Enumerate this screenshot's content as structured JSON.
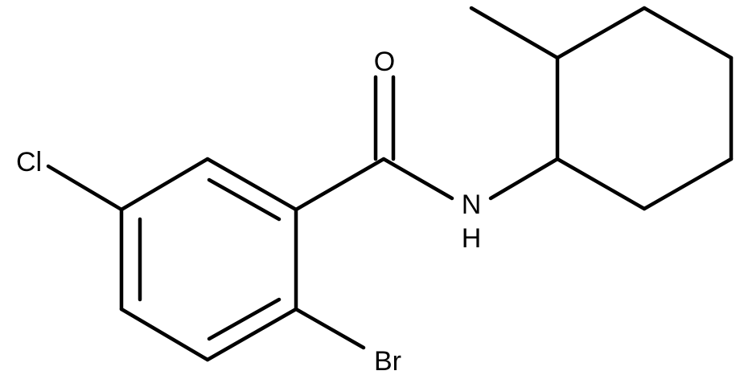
{
  "atoms": {
    "oxygen": "O",
    "nitrogen": "N",
    "hydrogen": "H",
    "chlorine": "Cl",
    "bromine": "Br"
  },
  "colors": {
    "bond": "#000000",
    "label": "#000000",
    "background": "#ffffff"
  }
}
